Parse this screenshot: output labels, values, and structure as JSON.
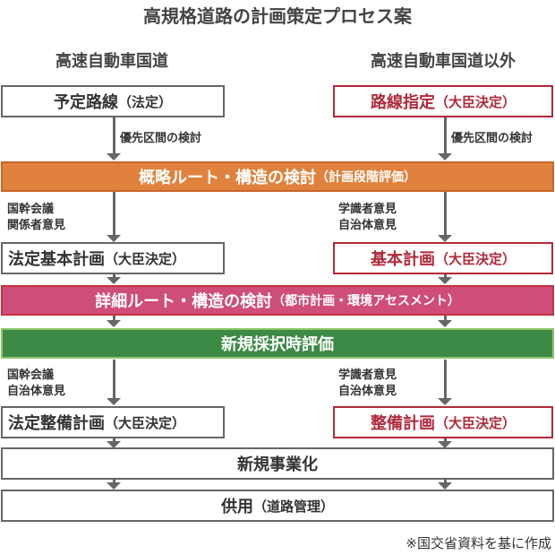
{
  "title": "高規格道路の計画策定プロセス案",
  "columns": {
    "left": "高速自動車国道",
    "right": "高速自動車国道以外"
  },
  "left": {
    "box1": {
      "main": "予定路線",
      "sub": "（法定）"
    },
    "label1": "優先区間の検討",
    "label2": [
      "国幹会議",
      "関係者意見"
    ],
    "box2": {
      "main": "法定基本計画",
      "sub": "（大臣決定）"
    },
    "label3": [
      "国幹会議",
      "自治体意見"
    ],
    "box3": {
      "main": "法定整備計画",
      "sub": "（大臣決定）"
    }
  },
  "right": {
    "box1": {
      "main": "路線指定",
      "sub": "（大臣決定）"
    },
    "label1": "優先区間の検討",
    "label2": [
      "学識者意見",
      "自治体意見"
    ],
    "box2": {
      "main": "基本計画",
      "sub": "（大臣決定）"
    },
    "label3": [
      "学識者意見",
      "自治体意見"
    ],
    "box3": {
      "main": "整備計画",
      "sub": "（大臣決定）"
    }
  },
  "bars": {
    "rough": {
      "main": "概略ルート・構造の検討",
      "sub": "（計画段階評価）"
    },
    "detail": {
      "main": "詳細ルート・構造の検討",
      "sub": "（都市計画・環境アセスメント）"
    },
    "adoption": {
      "main": "新規採択時評価"
    }
  },
  "common": {
    "new_project": "新規事業化",
    "service": {
      "main": "供用",
      "sub": "（道路管理）"
    }
  },
  "footnote": "※国交省資料を基に作成",
  "colors": {
    "orange": "#e0823e",
    "pink": "#cf4d79",
    "green": "#3d8a47",
    "red_text": "#b02a3a",
    "gray": "#666666"
  }
}
